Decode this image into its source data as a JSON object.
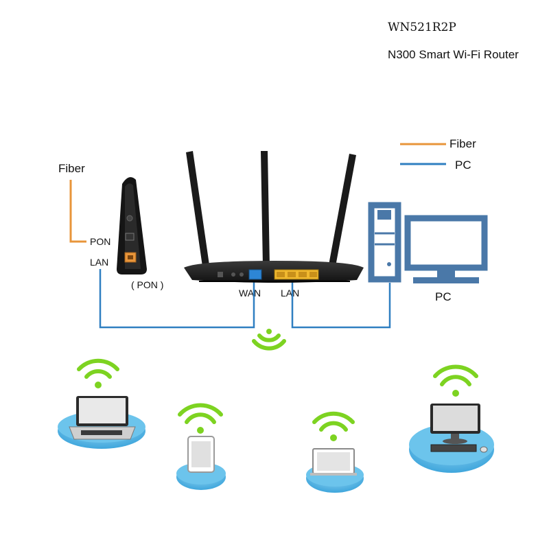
{
  "header": {
    "model": "WN521R2P",
    "subtitle": "N300 Smart Wi-Fi Router"
  },
  "legend": {
    "fiber_label": "Fiber",
    "fiber_color": "#e8953a",
    "pc_label": "PC",
    "pc_color": "#2f7fc1"
  },
  "onu": {
    "fiber_label": "Fiber",
    "pon_port": "PON",
    "lan_port": "LAN",
    "caption": "( PON )"
  },
  "router": {
    "wan_label": "WAN",
    "lan_label": "LAN"
  },
  "computer": {
    "label": "PC"
  },
  "colors": {
    "wifi": "#7dd321",
    "pedestal": "#5ab8e6",
    "device_outline": "#4a78a8",
    "router_body": "#1c1c1c"
  }
}
